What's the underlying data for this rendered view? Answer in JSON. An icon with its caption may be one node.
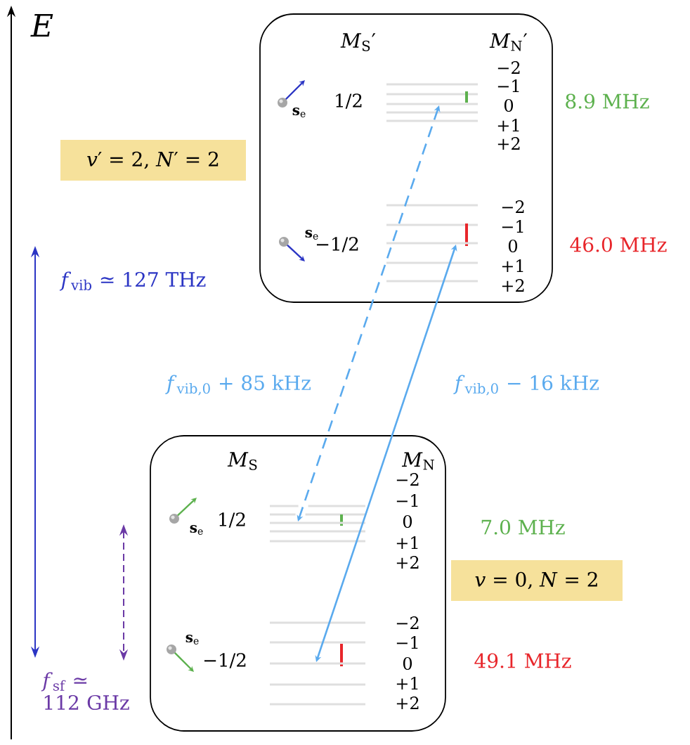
{
  "diagram": {
    "nodes": [
      {
        "text": [
          "*M*$_{S}$′",
          "*M*$_{N}$′"
        ]
      },
      {
        "text": [],
        "shape": "bar",
        "in": 0
      },
      {
        "text": [],
        "shape": "bar",
        "in": 0
      },
      {
        "text": [
          "*v*′ = 2, *N*′ = 2"
        ]
      },
      {
        "text": [
          "*M*$_{S}$",
          "*M*$_{N}$"
        ]
      },
      {
        "text": [],
        "shape": "bar",
        "in": 4
      },
      {
        "text": [],
        "shape": "bar",
        "in": 4
      },
      {
        "text": [
          "*v* = 0, *N* = 2"
        ]
      }
    ],
    "edges": [
      {
        "from": 1,
        "to": 5,
        "arrow": "both",
        "style": "dashed",
        "label": "*f*$_{vib,0}$ + 85 kHz"
      },
      {
        "from": 2,
        "to": 6,
        "arrow": "both",
        "label": "*f*$_{vib,0}$ − 16 kHz"
      }
    ],
    "labels": [
      "E",
      "**s**$_{e}$",
      "1/2",
      "−2",
      "−1",
      "0",
      "+1",
      "+2",
      "8.9 MHz",
      "*f*$_{vib}$ ≃ 127 THz",
      "**s**$_{e}$",
      "−1/2",
      "−2",
      "−1",
      "0",
      "+1",
      "+2",
      "46.0 MHz",
      "*f*$_{sf}$ ≃ 112 GHz",
      "**s**$_{e}$",
      "1/2",
      "−2",
      "−1",
      "0",
      "+1",
      "+2",
      "7.0 MHz",
      "**s**$_{e}$",
      "−1/2",
      "−2",
      "−1",
      "0",
      "+1",
      "+2",
      "49.1 MHz"
    ]
  }
}
